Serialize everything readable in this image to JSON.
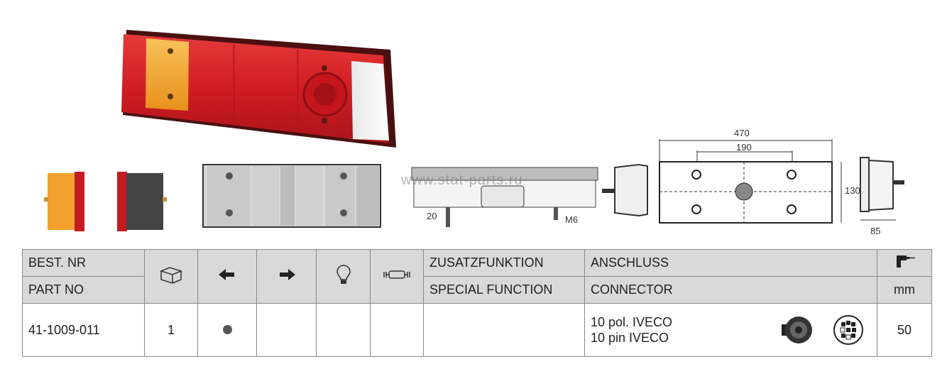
{
  "watermark": "www.stat-parts.ru",
  "drawing": {
    "dim_width": "470",
    "dim_holes": "190",
    "dim_height": "130",
    "dim_depth": "85",
    "dim_stud": "20",
    "thread": "M6"
  },
  "table": {
    "header": {
      "best_nr": "BEST. NR",
      "part_no": "PART NO",
      "zusatz": "ZUSATZFUNKTION",
      "special": "SPECIAL FUNCTION",
      "anschluss": "ANSCHLUSS",
      "connector": "CONNECTOR",
      "unit": "mm",
      "icons": [
        "package-icon",
        "arrow-left-icon",
        "arrow-right-icon",
        "bulb-icon",
        "fuse-icon",
        "drill-icon"
      ]
    },
    "row": {
      "part_no": "41-1009-011",
      "qty": "1",
      "left": true,
      "right": false,
      "bulb": false,
      "fuse": false,
      "special": "",
      "connector_line1": "10 pol. IVECO",
      "connector_line2": "10 pin IVECO",
      "mm": "50"
    }
  },
  "colors": {
    "lens_red": "#d9252a",
    "lens_amber": "#f5a623",
    "lens_white": "#f2f2f2",
    "header_gray": "#d9d9d9",
    "border": "#8a8a8a"
  }
}
